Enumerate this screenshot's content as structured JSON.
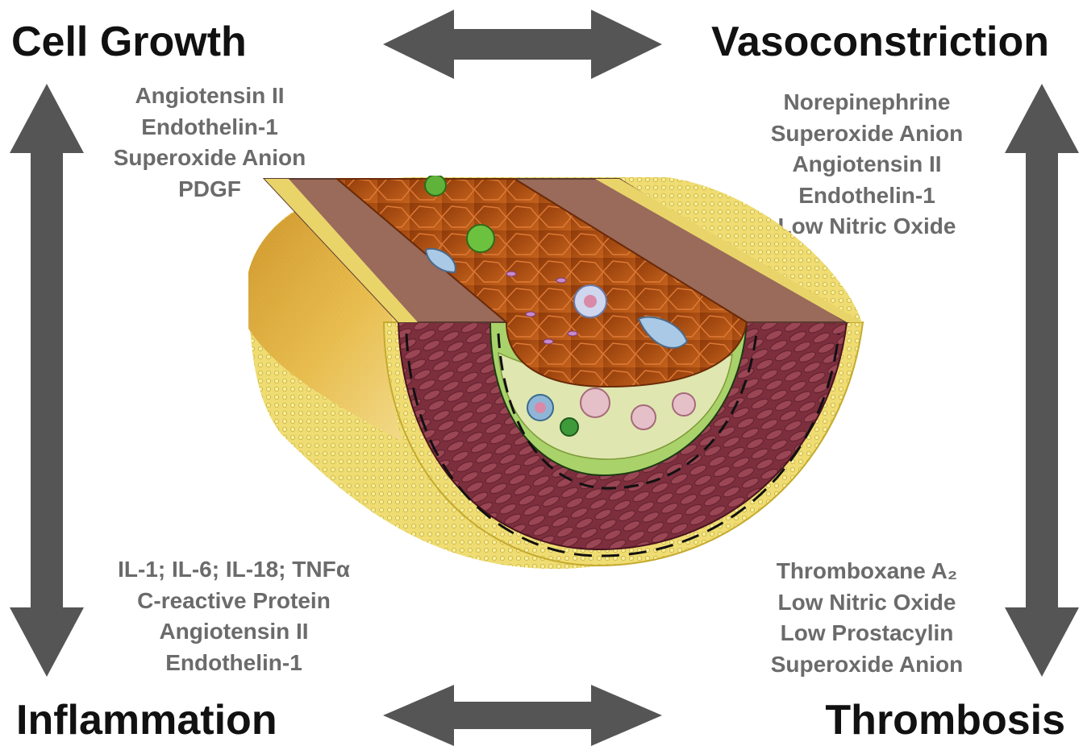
{
  "corners": {
    "cell_growth": {
      "title": "Cell Growth",
      "mediators": [
        "Angiotensin II",
        "Endothelin-1",
        "Superoxide Anion",
        "PDGF"
      ]
    },
    "vasoconstriction": {
      "title": "Vasoconstriction",
      "mediators": [
        "Norepinephrine",
        "Superoxide Anion",
        "Angiotensin II",
        "Endothelin-1",
        "Low Nitric Oxide"
      ]
    },
    "inflammation": {
      "title": "Inflammation",
      "mediators": [
        "IL-1;  IL-6; IL-18; TNFα",
        "C-reactive Protein",
        "Angiotensin II",
        "Endothelin-1"
      ]
    },
    "thrombosis": {
      "title": "Thrombosis",
      "mediators": [
        "Thromboxane A₂",
        "Low Nitric Oxide",
        "Low Prostacylin",
        "Superoxide Anion"
      ]
    }
  },
  "arrows": [
    {
      "name": "top-horizontal-double-arrow",
      "color": "#555555"
    },
    {
      "name": "bottom-horizontal-double-arrow",
      "color": "#555555"
    },
    {
      "name": "left-vertical-double-arrow",
      "color": "#555555"
    },
    {
      "name": "right-vertical-double-arrow",
      "color": "#555555"
    }
  ],
  "illustration": {
    "subject": "artery-cross-section-with-plaque-icon",
    "colors": {
      "adventitia": "#e9d46a",
      "media": "#8a3a48",
      "intima": "#a9d36a",
      "lumen": "#b24e12",
      "plaque": "#dfe6b0"
    }
  }
}
